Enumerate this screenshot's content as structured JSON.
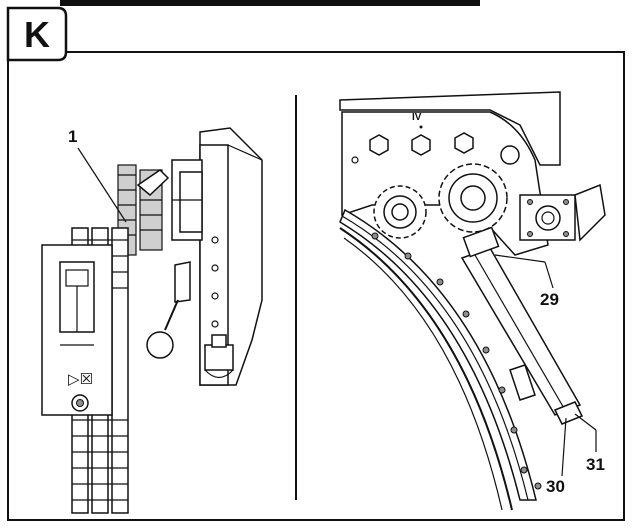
{
  "panel_label": "K",
  "left_view": {
    "callouts": [
      "1"
    ],
    "symbol": "▷☒"
  },
  "right_view": {
    "roman_label": "IV",
    "callouts": [
      "29",
      "30",
      "31"
    ]
  }
}
